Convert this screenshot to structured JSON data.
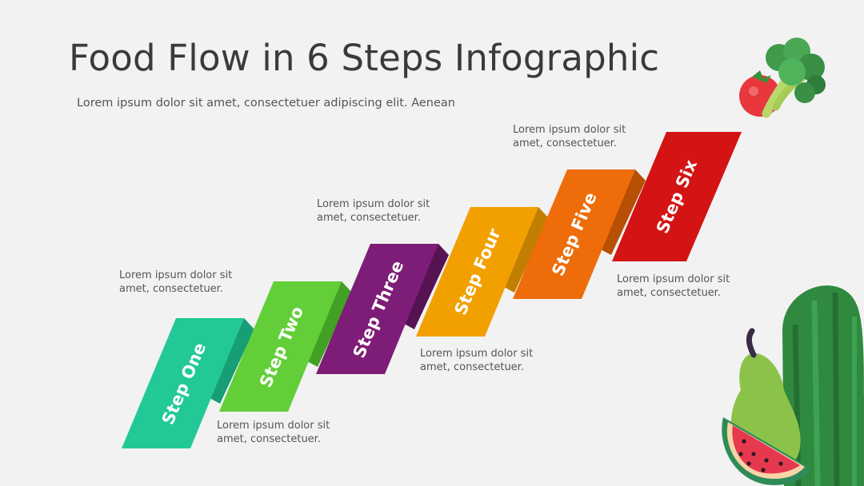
{
  "slide": {
    "title": "Food Flow in 6 Steps Infographic",
    "subtitle": "Lorem ipsum dolor sit amet, consectetuer adipiscing elit. Aenean"
  },
  "steps": [
    {
      "label": "Step One",
      "color": "#22c997",
      "side_color": "#179e74",
      "note_line1": "Lorem ipsum dolor sit",
      "note_line2": "amet, consectetuer."
    },
    {
      "label": "Step Two",
      "color": "#62cf38",
      "side_color": "#42a024",
      "note_line1": "Lorem ipsum dolor sit",
      "note_line2": "amet, consectetuer."
    },
    {
      "label": "Step Three",
      "color": "#7d1d77",
      "side_color": "#561352",
      "note_line1": "Lorem ipsum dolor sit",
      "note_line2": "amet, consectetuer."
    },
    {
      "label": "Step Four",
      "color": "#f2a000",
      "side_color": "#c27e00",
      "note_line1": "Lorem ipsum dolor sit",
      "note_line2": "amet, consectetuer."
    },
    {
      "label": "Step Five",
      "color": "#ee6d0a",
      "side_color": "#b74f05",
      "note_line1": "Lorem ipsum dolor sit",
      "note_line2": "amet, consectetuer."
    },
    {
      "label": "Step Six",
      "color": "#d41414",
      "side_color": "#9c0c0c",
      "note_line1": "Lorem ipsum dolor sit",
      "note_line2": "amet, consectetuer."
    }
  ]
}
